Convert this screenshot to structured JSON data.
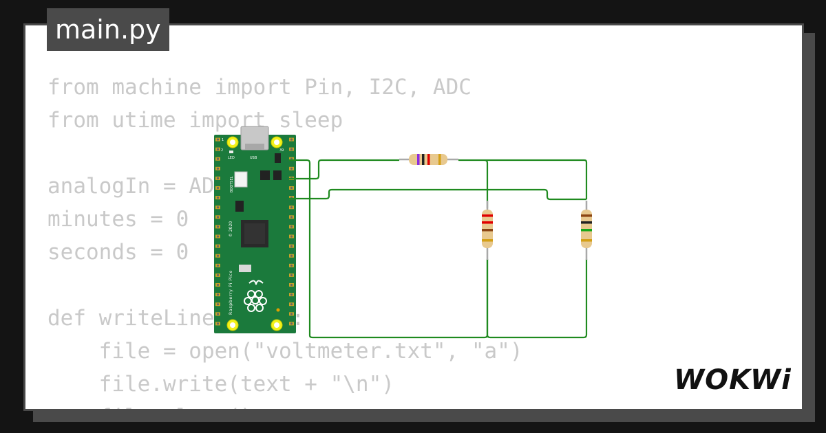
{
  "file_tab": {
    "label": "main.py"
  },
  "code_lines": [
    "from machine import Pin, I2C, ADC",
    "from utime import sleep",
    "",
    "analogIn = ADC(",
    "minutes = 0",
    "seconds = 0",
    "",
    "def writeLine(text):",
    "    file = open(\"voltmeter.txt\", \"a\")",
    "    file.write(text + \"\\n\")",
    "    file.close()"
  ],
  "board": {
    "silkscreen_led": "LED",
    "silkscreen_usb": "USB",
    "silkscreen_bootsel": "BOOTSEL",
    "silkscreen_year": "© 2020",
    "silkscreen_name": "Raspberry Pi Pico",
    "pin_label_1": "1",
    "pin_label_2": "2",
    "pin_label_39": "39",
    "pcb_color": "#1b7a3c"
  },
  "wire_color": "#1f8a1f",
  "logo_text": "WOKWi"
}
